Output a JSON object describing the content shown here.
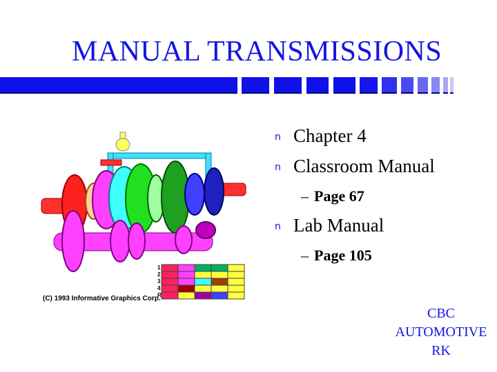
{
  "slide": {
    "title": "MANUAL TRANSMISSIONS",
    "accent_color": "#1414e0",
    "bullet_color": "#1414e0",
    "bullets": [
      {
        "marker": "n",
        "text": "Chapter 4",
        "subitems": []
      },
      {
        "marker": "n",
        "text": "Classroom Manual",
        "subitems": [
          {
            "marker": "–",
            "text": "Page 67"
          }
        ]
      },
      {
        "marker": "n",
        "text": "Lab Manual",
        "subitems": [
          {
            "marker": "–",
            "text": "Page 105"
          }
        ]
      }
    ],
    "footer": {
      "line1": "CBC",
      "line2": "AUTOMOTIVE",
      "line3": "RK"
    }
  },
  "illustration": {
    "subject": "manual transmission gear cutaway diagram",
    "copyright": "(C) 1993 Informative Graphics Corp.",
    "gear_table": {
      "rows": [
        "1",
        "2",
        "3",
        "4",
        "R"
      ],
      "colors": [
        [
          "#ff2060",
          "#ff40ff",
          "#00b060",
          "#00b060",
          "#ffff40"
        ],
        [
          "#ff2060",
          "#ff40ff",
          "#ffff40",
          "#ffff40",
          "#ffff40"
        ],
        [
          "#ff2060",
          "#ff40ff",
          "#40ffff",
          "#a04000",
          "#ffff40"
        ],
        [
          "#ff2060",
          "#a00000",
          "#ffff40",
          "#ffff40",
          "#ffff40"
        ],
        [
          "#ff2060",
          "#ffff40",
          "#a000a0",
          "#4040ff",
          "#ffff40"
        ]
      ]
    }
  }
}
